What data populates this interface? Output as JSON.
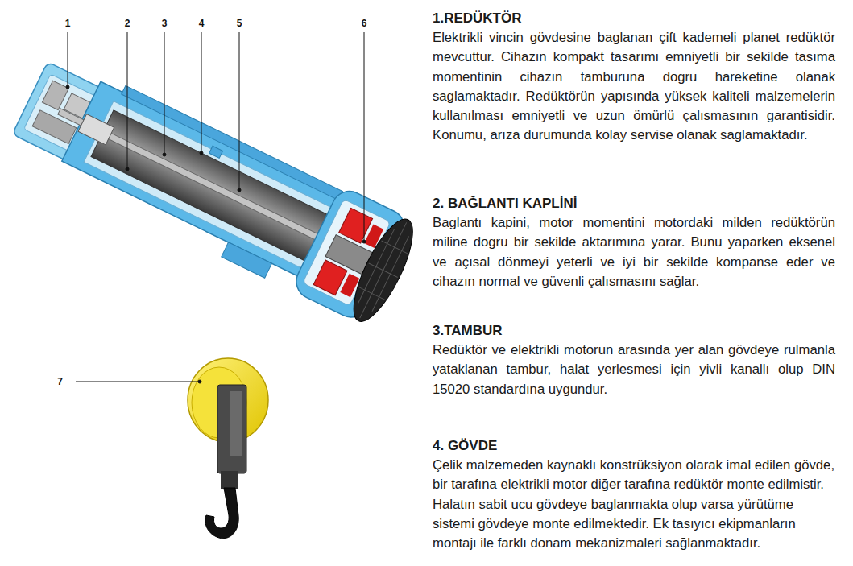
{
  "diagram": {
    "labels": [
      "1",
      "2",
      "3",
      "4",
      "5",
      "6",
      "7",
      "1.REDÜKTÖR",
      "Elektrikli vincin gövdesine baglanan çift kademeli planet redüktör mevcuttur. Cihazın kompakt tasarımı emniyetli bir sekilde tasıma momentinin cihazın tamburuna dogru hareketine olanak saglamaktadır. Redüktörün yapısında yüksek kaliteli malzemelerin kullanılması emniyetli ve uzun ömürlü çalısmasının garantisidir. Konumu, arıza durumunda kolay servise olanak saglamaktadır.",
      "2. BAĞLANTI KAPLİNİ",
      "Baglantı kapini, motor momentini motordaki milden redüktörün miline dogru bir sekilde aktarımına yarar. Bunu yaparken eksenel ve açısal dönmeyi yeterli ve iyi bir sekilde kompanse eder ve cihazın normal ve güvenli çalısmasını sağlar.",
      "3.TAMBUR",
      "Redüktör ve elektrikli motorun arasında yer alan gövdeye rulmanla yataklanan tambur, halat yerlesmesi için yivli kanallı olup DIN 15020 standardına uygundur.",
      "4. GÖVDE",
      "Çelik malzemeden kaynaklı konstrüksiyon olarak imal edilen gövde, bir tarafına elektrikli motor diğer tarafına redüktör monte edilmistir. Halatın sabit ucu gövdeye baglanmakta olup varsa yürütüme sistemi gövdeye monte edilmektedir. Ek tasıyıcı ekipmanların montajı ile farklı donam mekanizmaleri sağlanmaktadır."
    ]
  }
}
